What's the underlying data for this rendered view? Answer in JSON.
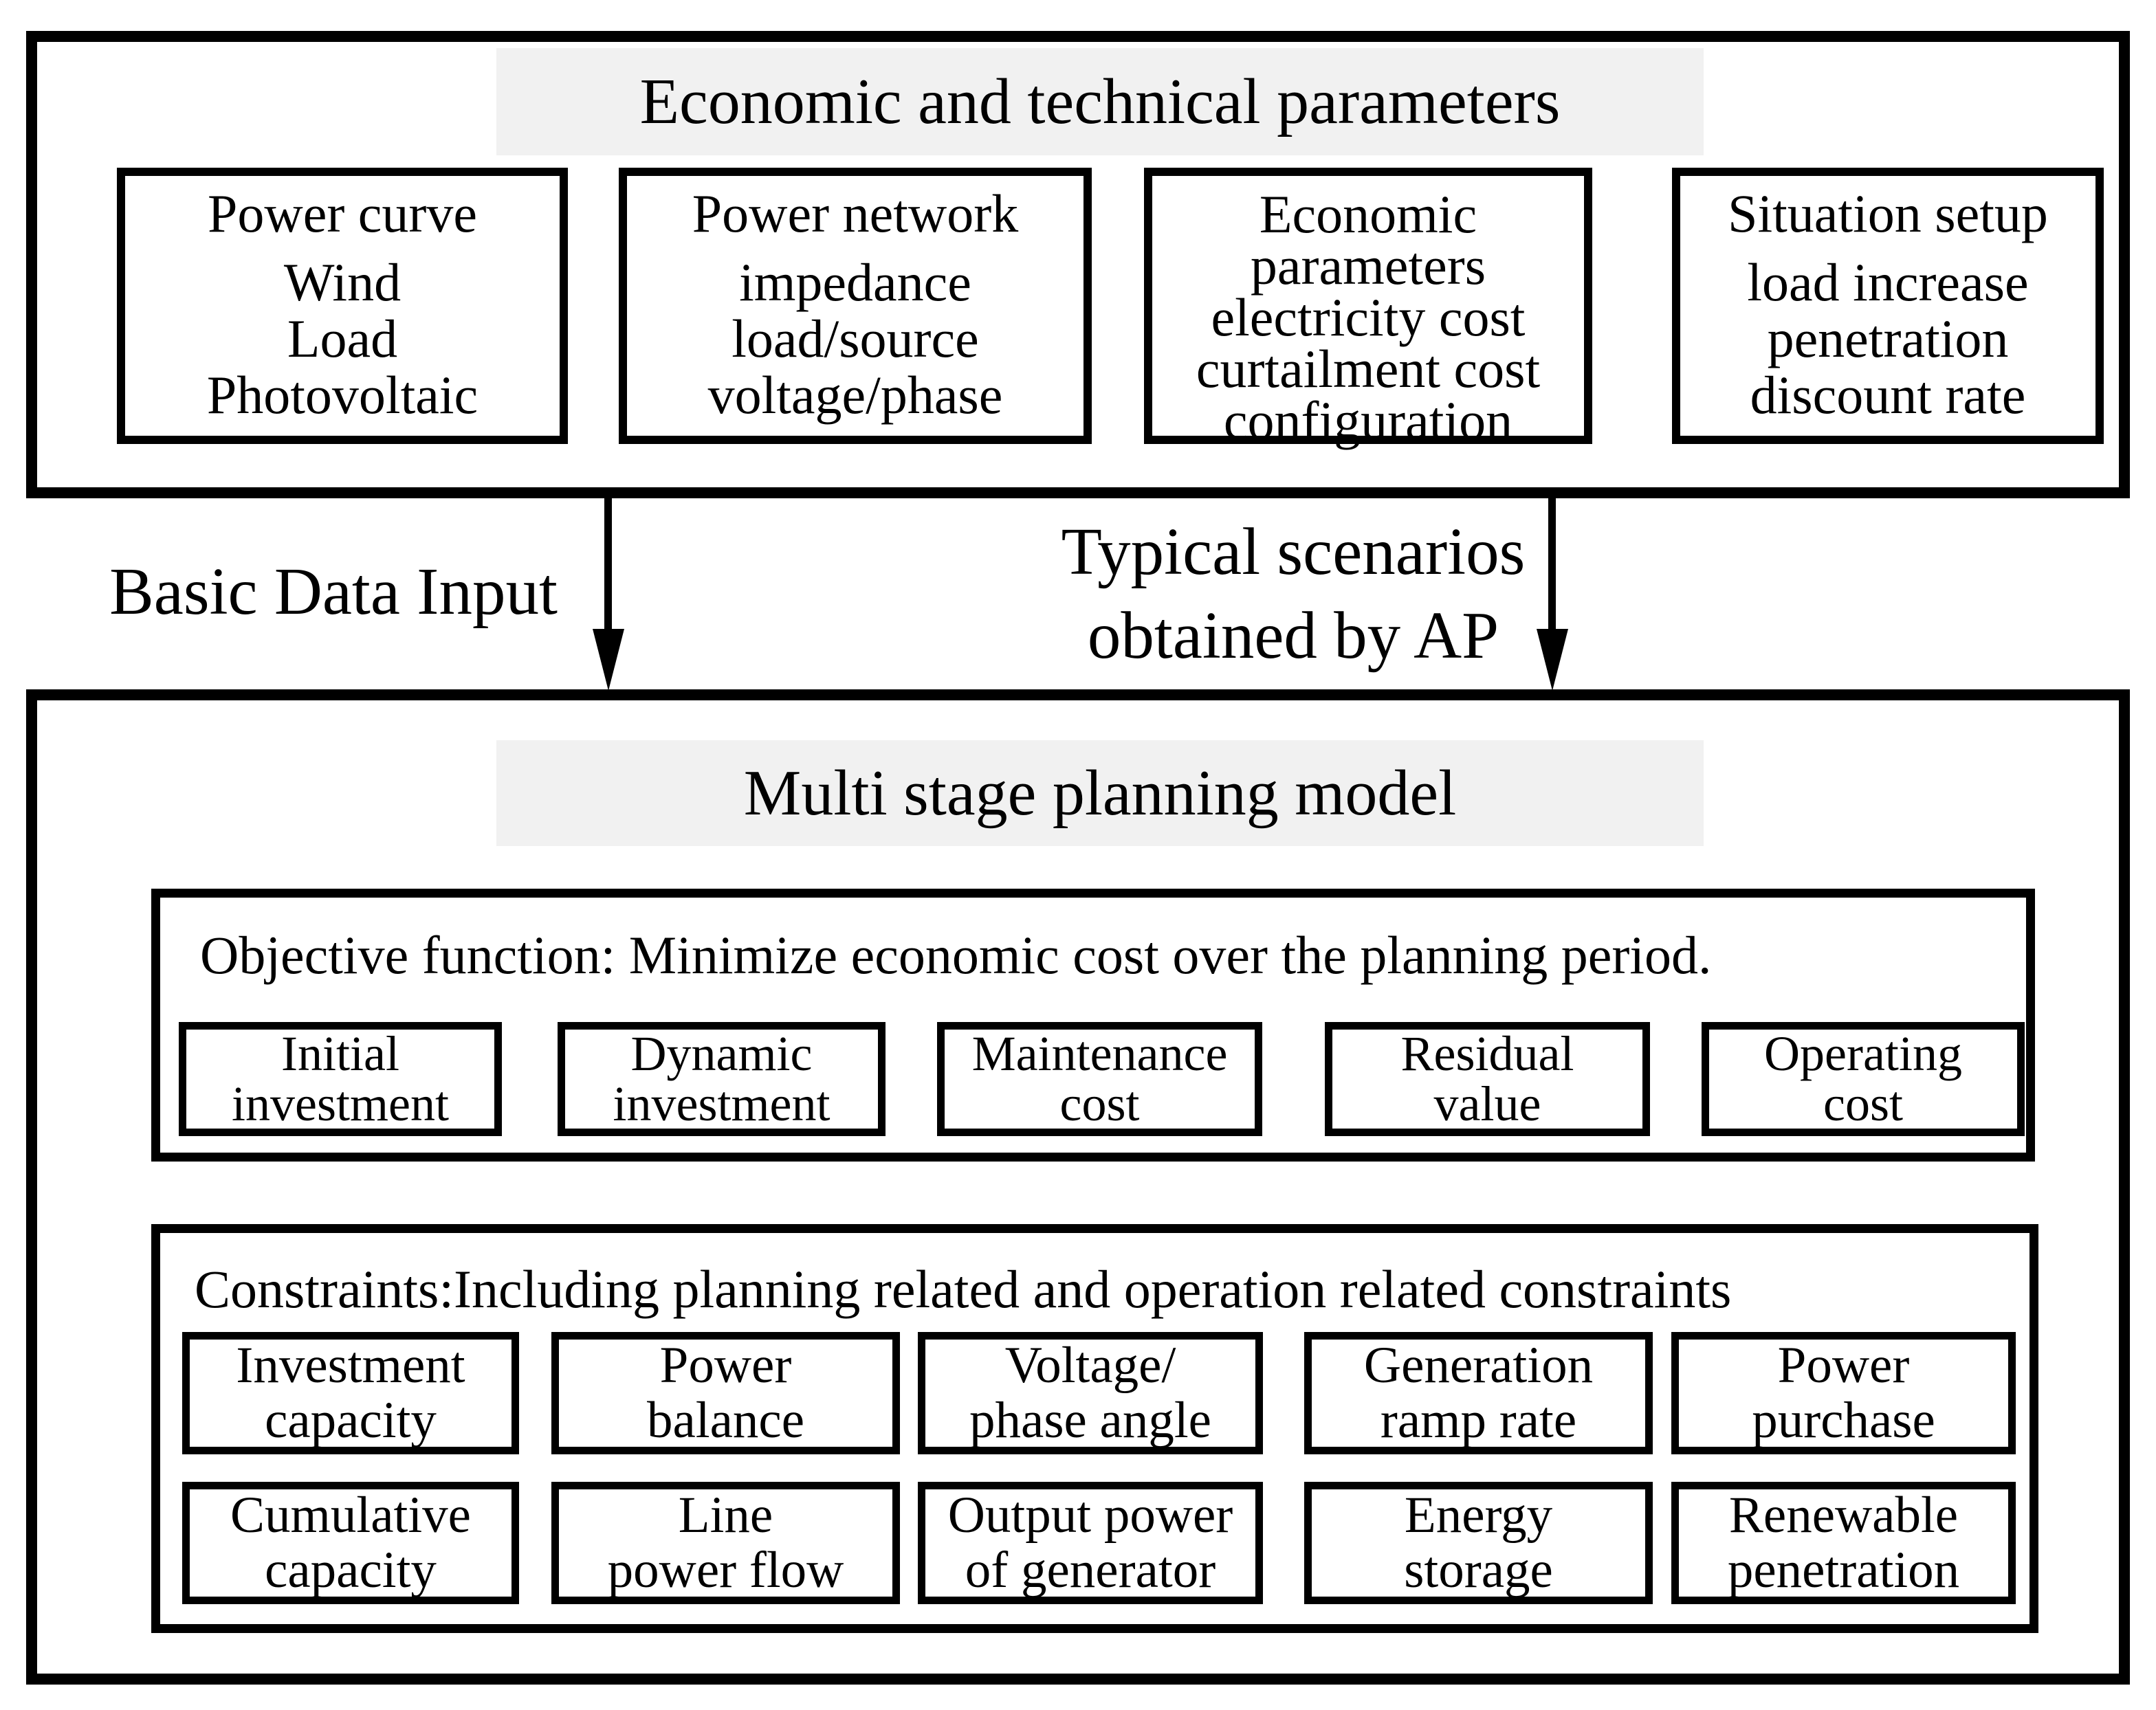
{
  "colors": {
    "background": "#ffffff",
    "foreground": "#000000",
    "band_background": "#f1f1f1"
  },
  "top_section": {
    "title": "Economic and technical parameters",
    "boxes": [
      {
        "title": [
          "Power curve"
        ],
        "lines": [
          "Wind",
          "Load",
          "Photovoltaic"
        ]
      },
      {
        "title": [
          "Power network"
        ],
        "lines": [
          "impedance",
          "load/source",
          "voltage/phase"
        ]
      },
      {
        "title": [
          "Economic",
          "parameters"
        ],
        "lines": [
          "electricity cost",
          "curtailment cost",
          "configuration"
        ]
      },
      {
        "title": [
          "Situation setup"
        ],
        "lines": [
          "load increase",
          "penetration",
          "discount rate"
        ]
      }
    ]
  },
  "flow": {
    "left_label": "Basic Data Input",
    "right_label_line1": "Typical scenarios",
    "right_label_line2": "obtained by AP"
  },
  "bottom_section": {
    "title": "Multi stage planning model",
    "objective": {
      "header": "Objective function: Minimize economic cost over the planning period.",
      "boxes": [
        [
          "Initial",
          "investment"
        ],
        [
          "Dynamic",
          "investment"
        ],
        [
          "Maintenance",
          "cost"
        ],
        [
          "Residual",
          "value"
        ],
        [
          "Operating",
          "cost"
        ]
      ]
    },
    "constraints": {
      "header": "Constraints:Including planning related and operation related constraints",
      "row1": [
        [
          "Investment",
          "capacity"
        ],
        [
          "Power",
          "balance"
        ],
        [
          "Voltage/",
          "phase angle"
        ],
        [
          "Generation",
          "ramp rate"
        ],
        [
          "Power",
          "purchase"
        ]
      ],
      "row2": [
        [
          "Cumulative",
          "capacity"
        ],
        [
          "Line",
          "power flow"
        ],
        [
          "Output power",
          "of generator"
        ],
        [
          "Energy",
          "storage"
        ],
        [
          "Renewable",
          "penetration"
        ]
      ]
    }
  }
}
